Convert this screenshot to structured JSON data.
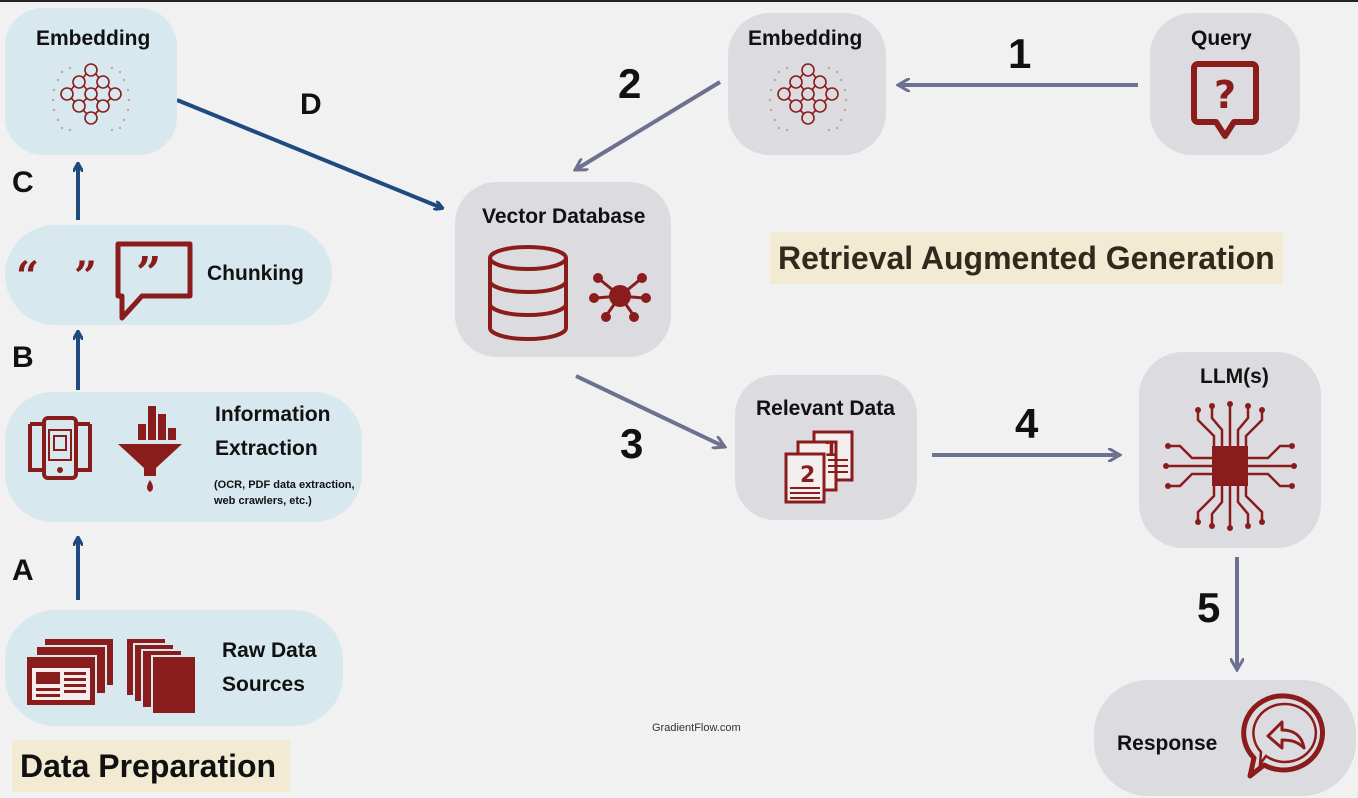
{
  "data_preparation": {
    "title": "Data Preparation",
    "steps": {
      "raw": {
        "label_line1": "Raw Data",
        "label_line2": "Sources"
      },
      "extraction": {
        "label_line1": "Information",
        "label_line2": "Extraction",
        "note_line1": "(OCR, PDF data extraction,",
        "note_line2": "web crawlers, etc.)"
      },
      "chunking": {
        "label": "Chunking"
      },
      "embedding": {
        "label": "Embedding"
      }
    },
    "arrow_labels": {
      "a": "A",
      "b": "B",
      "c": "C",
      "d": "D"
    }
  },
  "vector_database": {
    "label": "Vector Database"
  },
  "rag": {
    "title": "Retrieval Augmented Generation",
    "query": {
      "label": "Query"
    },
    "embedding": {
      "label": "Embedding"
    },
    "relevant_data": {
      "label": "Relevant Data"
    },
    "llm": {
      "label": "LLM(s)"
    },
    "response": {
      "label": "Response"
    },
    "step_numbers": {
      "s1": "1",
      "s2": "2",
      "s3": "3",
      "s4": "4",
      "s5": "5"
    }
  },
  "credit": "GradientFlow.com",
  "colors": {
    "icon": "#8b1c1c",
    "prep_arrow": "#1f4a80",
    "rag_arrow": "#6d7190",
    "prep_box": "#d8e8ef",
    "rag_box": "#dcdce0",
    "title_bg": "#f3ead4"
  }
}
